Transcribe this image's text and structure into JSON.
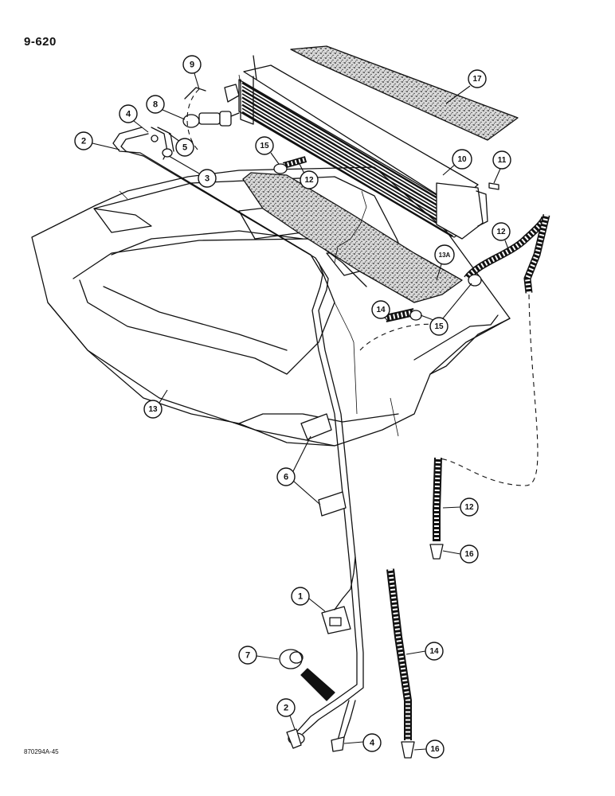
{
  "page": {
    "page_number": "9-620",
    "figure_code": "870294A-45"
  },
  "callouts": [
    {
      "id": "c1",
      "label": "1"
    },
    {
      "id": "c2a",
      "label": "2"
    },
    {
      "id": "c2b",
      "label": "2"
    },
    {
      "id": "c3",
      "label": "3"
    },
    {
      "id": "c4a",
      "label": "4"
    },
    {
      "id": "c4b",
      "label": "4"
    },
    {
      "id": "c5",
      "label": "5"
    },
    {
      "id": "c6",
      "label": "6"
    },
    {
      "id": "c7",
      "label": "7"
    },
    {
      "id": "c8",
      "label": "8"
    },
    {
      "id": "c9",
      "label": "9"
    },
    {
      "id": "c10",
      "label": "10"
    },
    {
      "id": "c11",
      "label": "11"
    },
    {
      "id": "c12a",
      "label": "12"
    },
    {
      "id": "c12b",
      "label": "12"
    },
    {
      "id": "c12c",
      "label": "12"
    },
    {
      "id": "c13",
      "label": "13"
    },
    {
      "id": "c13a",
      "label": "13A"
    },
    {
      "id": "c14a",
      "label": "14"
    },
    {
      "id": "c14b",
      "label": "14"
    },
    {
      "id": "c15a",
      "label": "15"
    },
    {
      "id": "c15b",
      "label": "15"
    },
    {
      "id": "c16a",
      "label": "16"
    },
    {
      "id": "c16b",
      "label": "16"
    },
    {
      "id": "c17",
      "label": "17"
    }
  ]
}
